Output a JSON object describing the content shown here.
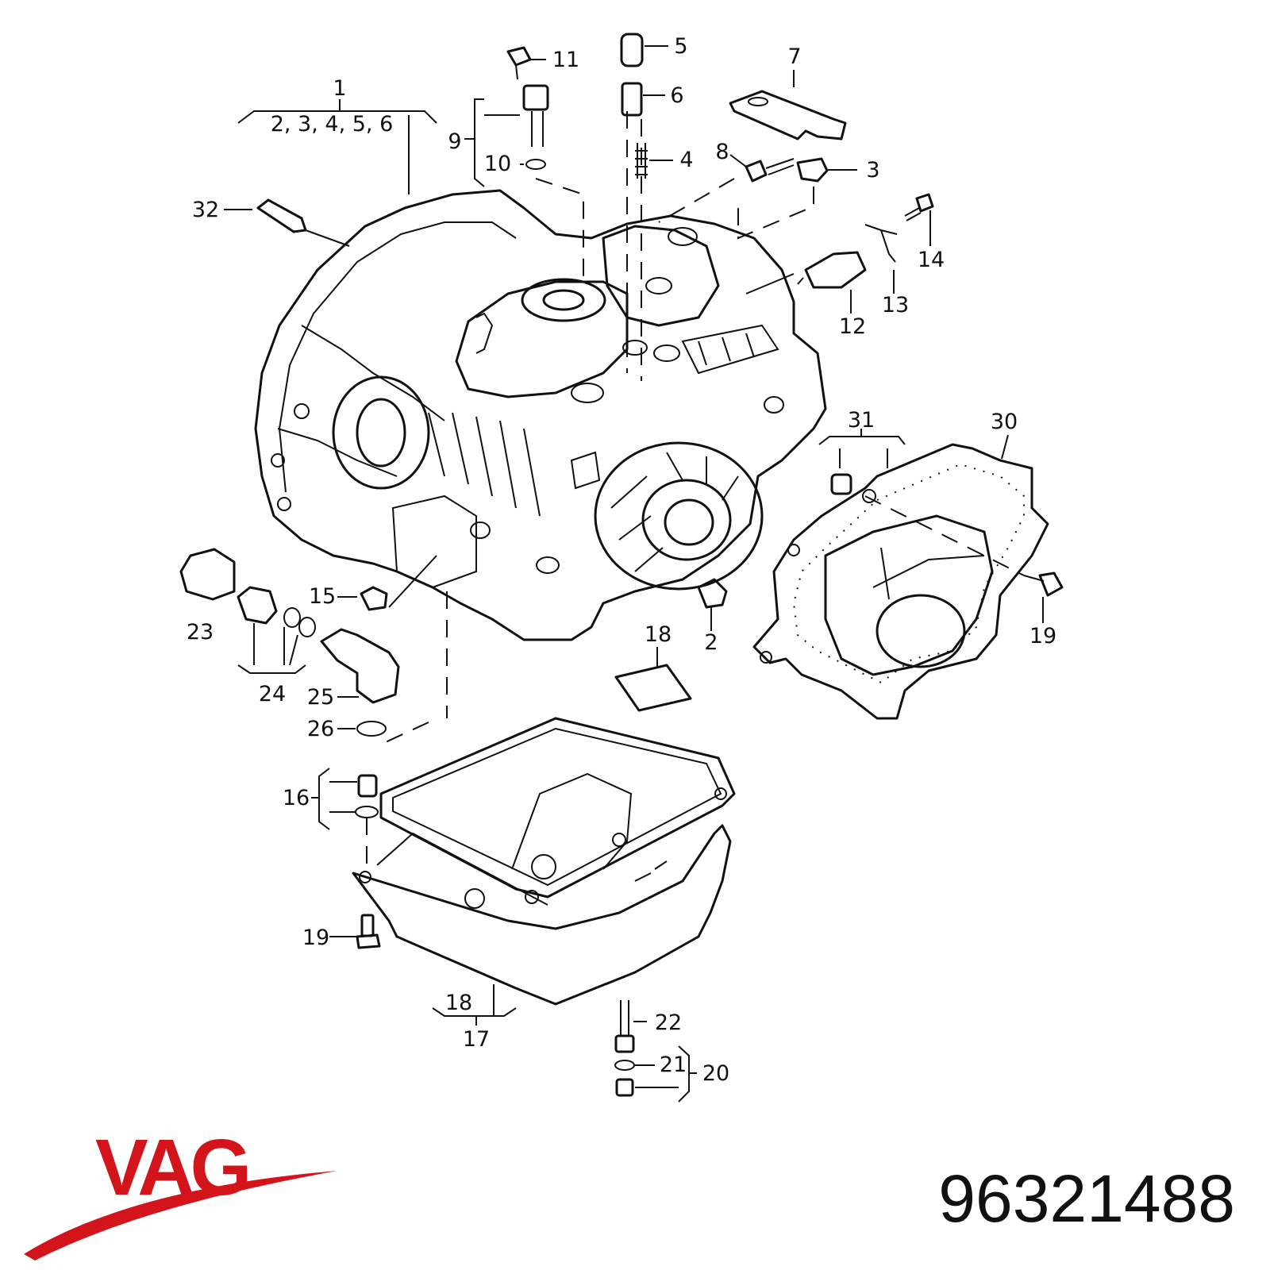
{
  "callouts": [
    {
      "id": "c1",
      "text": "1"
    },
    {
      "id": "c2",
      "text": "2, 3, 4, 5, 6"
    },
    {
      "id": "c3",
      "text": "2"
    },
    {
      "id": "c4",
      "text": "3"
    },
    {
      "id": "c5",
      "text": "4"
    },
    {
      "id": "c6",
      "text": "5"
    },
    {
      "id": "c7",
      "text": "6"
    },
    {
      "id": "c8",
      "text": "7"
    },
    {
      "id": "c9",
      "text": "8"
    },
    {
      "id": "c10",
      "text": "9"
    },
    {
      "id": "c11",
      "text": "10"
    },
    {
      "id": "c12",
      "text": "11"
    },
    {
      "id": "c13",
      "text": "12"
    },
    {
      "id": "c14",
      "text": "13"
    },
    {
      "id": "c15",
      "text": "14"
    },
    {
      "id": "c16",
      "text": "15"
    },
    {
      "id": "c17",
      "text": "16"
    },
    {
      "id": "c18",
      "text": "17"
    },
    {
      "id": "c19",
      "text": "18"
    },
    {
      "id": "c20",
      "text": "18"
    },
    {
      "id": "c21",
      "text": "19"
    },
    {
      "id": "c22",
      "text": "19"
    },
    {
      "id": "c23",
      "text": "20"
    },
    {
      "id": "c24",
      "text": "21"
    },
    {
      "id": "c25",
      "text": "22"
    },
    {
      "id": "c26",
      "text": "23"
    },
    {
      "id": "c27",
      "text": "24"
    },
    {
      "id": "c28",
      "text": "25"
    },
    {
      "id": "c29",
      "text": "26"
    },
    {
      "id": "c30",
      "text": "30"
    },
    {
      "id": "c31",
      "text": "31"
    },
    {
      "id": "c32",
      "text": "32"
    }
  ],
  "brand": {
    "logo_text": "VAG",
    "color": "#d4141b"
  },
  "part_number": "96321488"
}
